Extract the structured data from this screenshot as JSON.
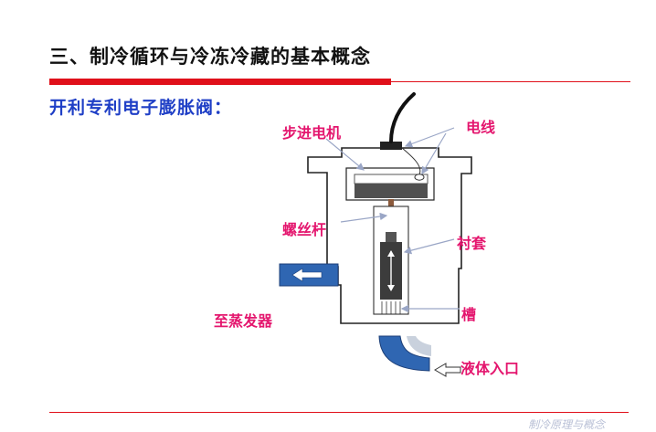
{
  "title": "三、制冷循环与冷冻冷藏的基本概念",
  "subtitle": "开利专利电子膨胀阀：",
  "labels": {
    "stepper_motor": "步进电机",
    "wire": "电线",
    "screw_rod": "螺丝杆",
    "sleeve": "衬套",
    "to_evaporator": "至蒸发器",
    "slot": "槽",
    "liquid_inlet": "液体入口"
  },
  "footer": "制冷原理与概念",
  "colors": {
    "title": "#111111",
    "subtitle": "#1f3fc6",
    "label": "#e4166e",
    "accent_red": "#e0101a",
    "pipe_blue": "#2f66b2"
  }
}
